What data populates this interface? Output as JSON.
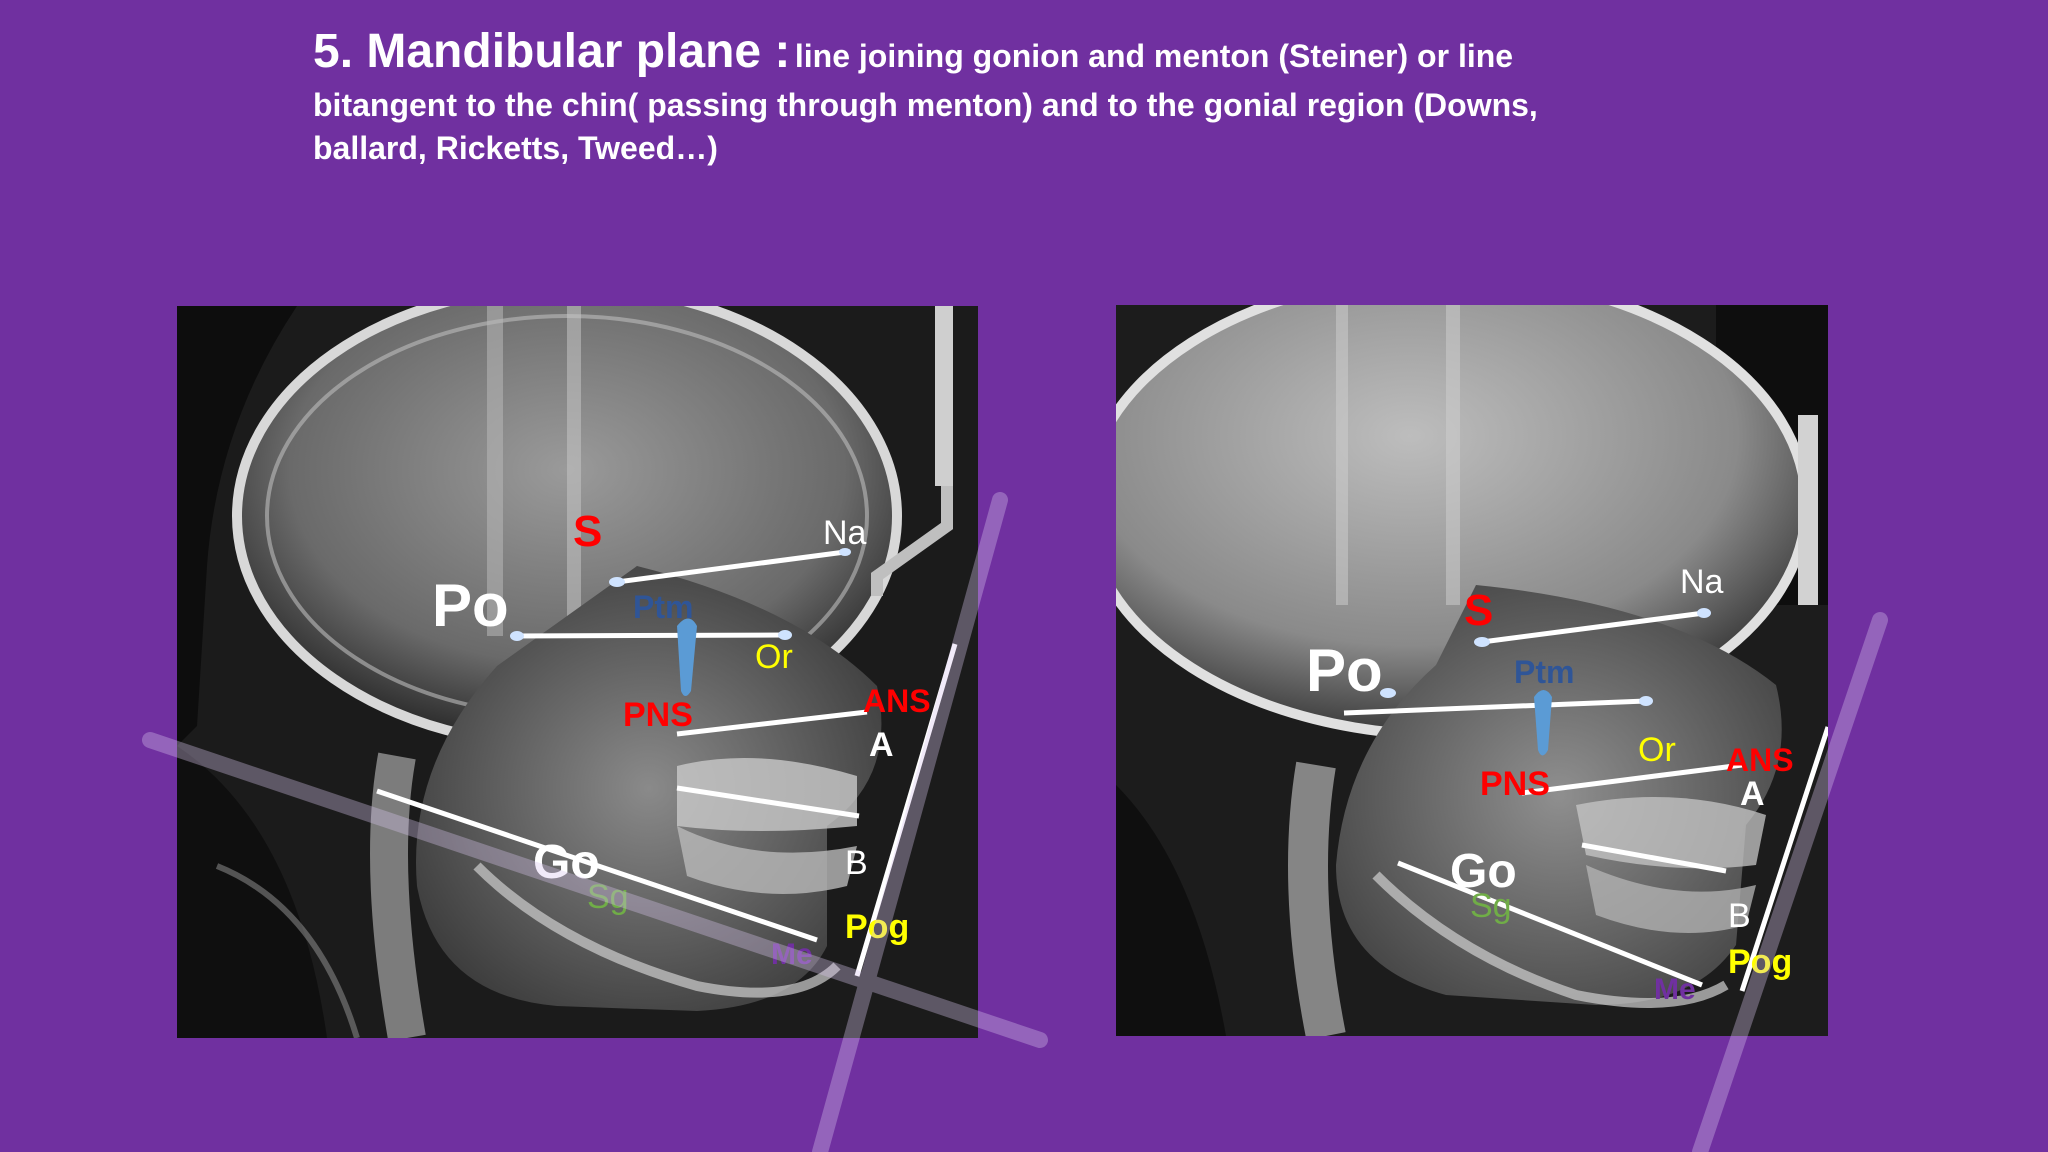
{
  "slide": {
    "title_bold": "5. Mandibular plane :",
    "title_rest": "line  joining gonion and menton (Steiner) or line",
    "line2": "bitangent to the chin( passing through menton) and to the gonial region  (Downs,",
    "line3": "ballard, Ricketts, Tweed…)"
  },
  "colors": {
    "background": "#7030a0",
    "text": "#ffffff",
    "red_label": "#ff0000",
    "yellow_label": "#ffff00",
    "blue_label": "#2f5597",
    "green_label": "#70ad47",
    "purple_label": "#7030a0"
  },
  "left_radiograph": {
    "labels": {
      "S": "S",
      "Na": "Na",
      "Po": "Po",
      "Ptm": "Ptm",
      "Or": "Or",
      "PNS": "PNS",
      "ANS": "ANS",
      "A": "A",
      "Go": "Go",
      "Sg": "Sg",
      "B": "B",
      "Pog": "Pog",
      "Me": "Me"
    }
  },
  "right_radiograph": {
    "labels": {
      "S": "S",
      "Na": "Na",
      "Po": "Po",
      "Ptm": "Ptm",
      "Or": "Or",
      "PNS": "PNS",
      "ANS": "ANS",
      "A": "A",
      "Go": "Go",
      "Sg": "Sg",
      "B": "B",
      "Pog": "Pog",
      "Me": "Me"
    }
  }
}
